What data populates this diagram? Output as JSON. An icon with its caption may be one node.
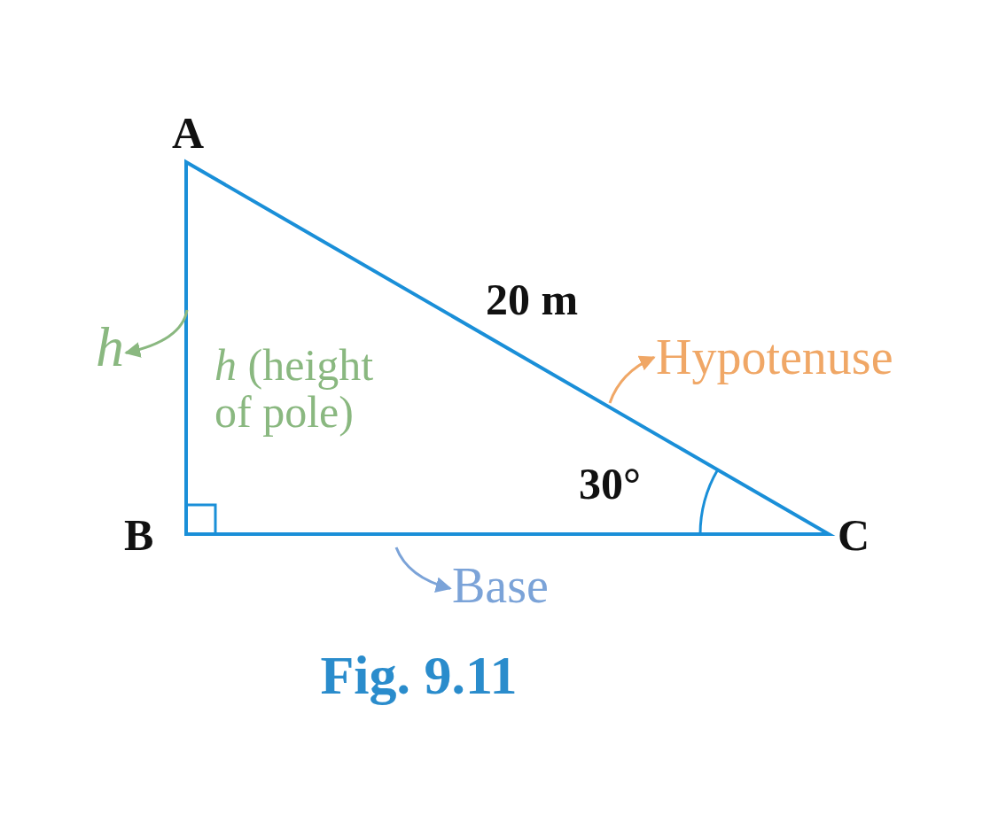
{
  "diagram": {
    "caption": "Fig. 9.11",
    "nodes": [
      {
        "text": [
          "h"
        ]
      },
      {
        "text": [
          "Hypotenuse"
        ]
      },
      {
        "text": [
          "Base"
        ]
      }
    ],
    "edges": [
      {
        "from": null,
        "to": 0,
        "arrow": "to",
        "color": "#8ab880"
      },
      {
        "from": null,
        "to": 1,
        "arrow": "to",
        "color": "#f0a766"
      },
      {
        "from": null,
        "to": 2,
        "arrow": "to",
        "color": "#7ba3d8"
      }
    ],
    "labels": [
      "A",
      "20 m",
      "*h* (height of pole)",
      "30°",
      "B",
      "C"
    ]
  }
}
